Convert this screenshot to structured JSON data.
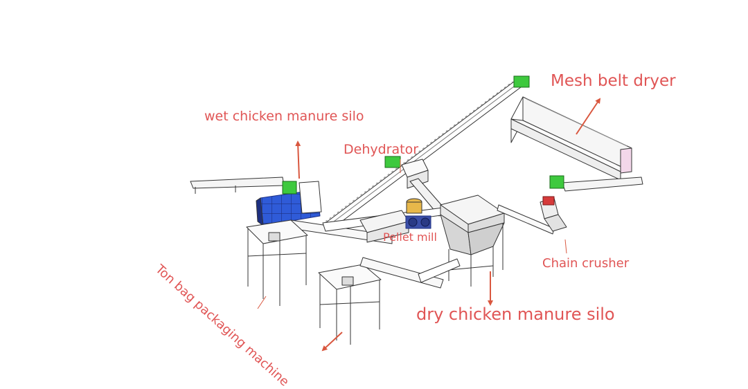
{
  "labels": {
    "mesh_belt_dryer": "Mesh belt dryer",
    "wet_silo": "wet chicken manure silo",
    "dehydrator": "Dehydrator",
    "pellet_mill": "Pellet mill",
    "chain_crusher": "Chain crusher",
    "dry_silo": "dry chicken manure silo",
    "ton_bag": "Ton bag packaging machine"
  },
  "colors": {
    "label": "#e05555",
    "arrow": "#d9573f",
    "line": "#333333",
    "motor_green": "#3ec93e",
    "screen_blue": "#2f5bd8",
    "pellet_yellow": "#e8b84a",
    "crusher_red": "#d63a3a",
    "pellet_blue": "#3b4fa8",
    "dryer_pink": "#f3d7ea"
  }
}
